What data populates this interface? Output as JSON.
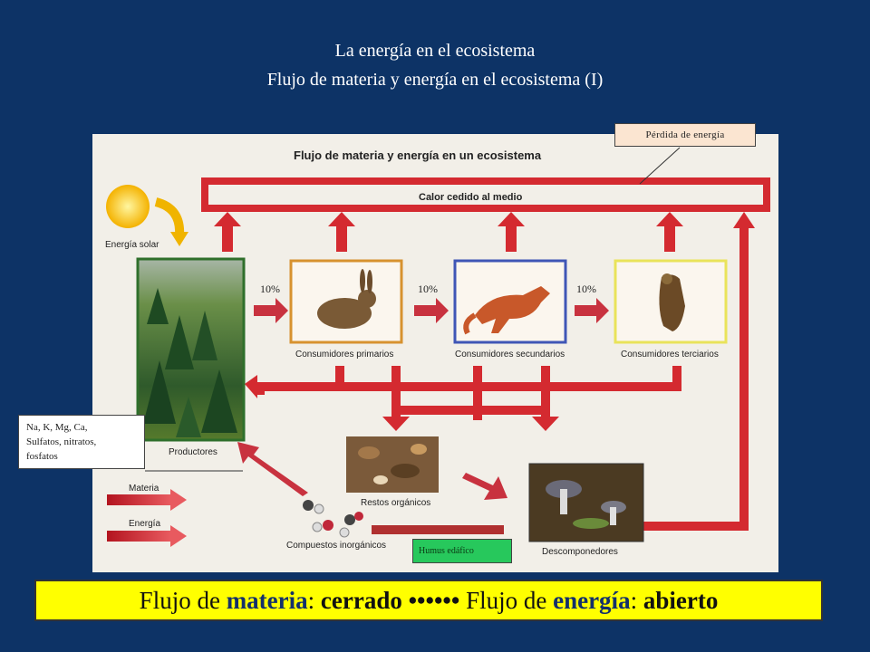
{
  "header": {
    "title": "La energía en el ecosistema",
    "subtitle": "Flujo de materia y energía en el ecosistema (I)"
  },
  "diagram": {
    "heading": "Flujo de materia y energía en un ecosistema",
    "heat_label": "Calor cedido al medio",
    "sun_label": "Energía solar",
    "producers_label": "Productores",
    "primary_label": "Consumidores primarios",
    "secondary_label": "Consumidores secundarios",
    "tertiary_label": "Consumidores terciarios",
    "organic_label": "Restos orgánicos",
    "inorganic_label": "Compuestos inorgánicos",
    "decomposers_label": "Descomponedores",
    "legend_matter": "Materia",
    "legend_energy": "Energía"
  },
  "callouts": {
    "energy_loss": "Pérdida de energía",
    "minerals_line1": "Na, K, Mg, Ca,",
    "minerals_line2": "Sulfatos, nitratos,",
    "minerals_line3": "fosfatos",
    "humus": "Humus edáfico",
    "pct1": "10%",
    "pct2": "10%",
    "pct3": "10%"
  },
  "summary": {
    "part1": "Flujo de ",
    "part2": "materia",
    "part3": ": ",
    "part4": "cerrado",
    "part5": " •••••• ",
    "part6": "Flujo de ",
    "part7": "energía",
    "part8": ": ",
    "part9": "abierto"
  },
  "colors": {
    "background": "#0d3366",
    "arrow_red": "#d42a30",
    "energy_arrow": "#c8323f",
    "summary_bg": "#ffff00",
    "primary_frame": "#d7922f",
    "secondary_frame": "#3f56b6",
    "tertiary_frame": "#e9e35a"
  }
}
